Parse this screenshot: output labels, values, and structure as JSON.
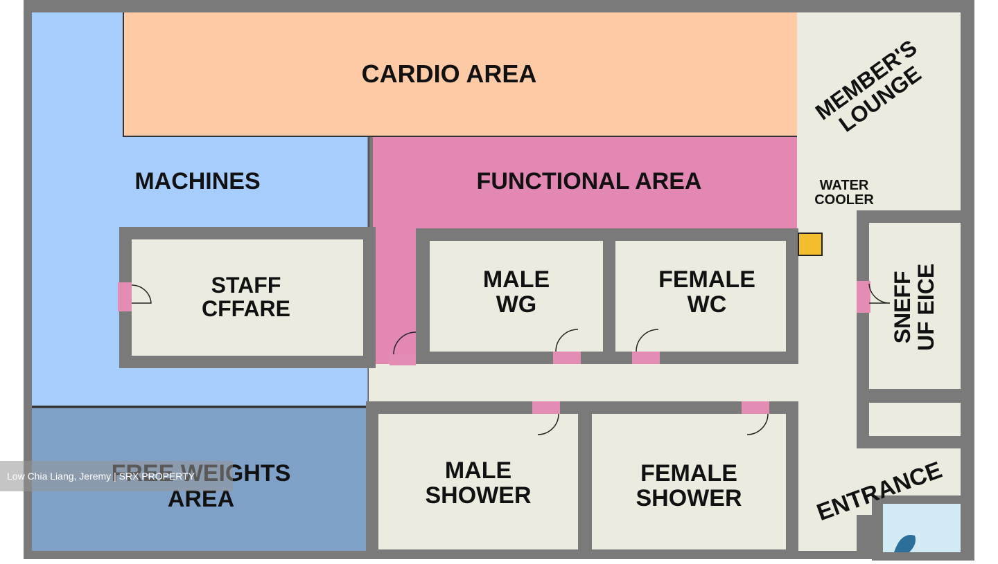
{
  "colors": {
    "wall": "#7a7a7a",
    "floor": "#ecebe0",
    "cardio": "#ffcaa6",
    "machines": "#a6cdfb",
    "functional": "#e387b3",
    "free_weights": "#7fa1c8",
    "door": "#e38db5",
    "cooler": "#f2be2e",
    "outside": "#d3ebf4"
  },
  "rooms": {
    "cardio": "CARDIO AREA",
    "machines": "MACHINES",
    "functional": "FUNCTIONAL AREA",
    "members_lounge": [
      "MEMBER'S",
      "LOUNGE"
    ],
    "water_cooler": [
      "WATER",
      "COOLER"
    ],
    "staff_office_left": [
      "STAFF",
      "CFFARE"
    ],
    "male_wc": [
      "MALE",
      "WG"
    ],
    "female_wc": [
      "FEMALE",
      "WC"
    ],
    "staff_office_right": [
      "SNEFF",
      "UF EICE"
    ],
    "free_weights": [
      "FREE WEIGHTS",
      "AREA"
    ],
    "male_shower": [
      "MALE",
      "SHOWER"
    ],
    "female_shower": [
      "FEMALE",
      "SHOWER"
    ],
    "entrance": "ENTRANCE"
  },
  "watermark": "Low Chia Liang, Jeremy | SRX PROPERTY"
}
